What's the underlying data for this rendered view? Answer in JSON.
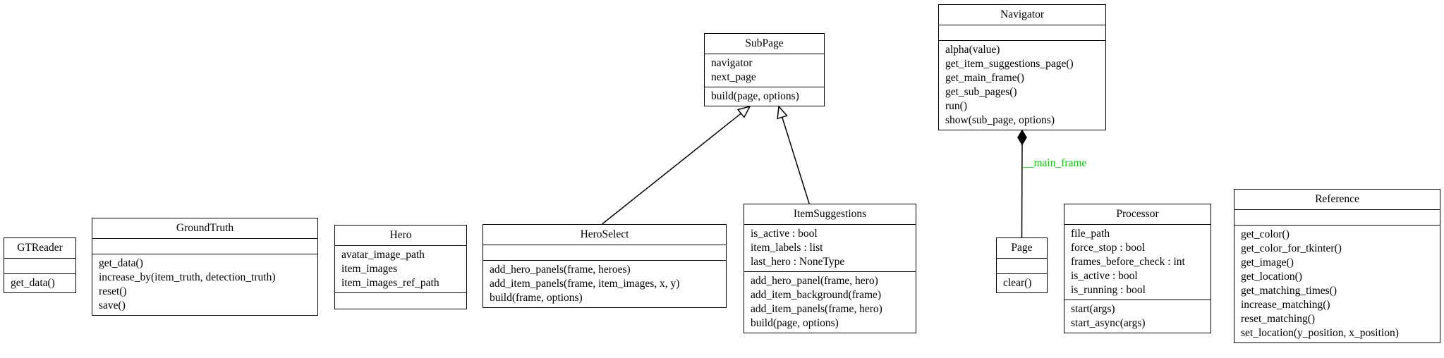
{
  "classes": [
    {
      "id": "gtreader",
      "name": "GTReader",
      "attributes": [],
      "operations": [
        "get_data()"
      ]
    },
    {
      "id": "groundtruth",
      "name": "GroundTruth",
      "attributes": [],
      "operations": [
        "get_data()",
        "increase_by(item_truth, detection_truth)",
        "reset()",
        "save()"
      ]
    },
    {
      "id": "hero",
      "name": "Hero",
      "attributes": [
        "avatar_image_path",
        "item_images",
        "item_images_ref_path"
      ],
      "operations": []
    },
    {
      "id": "heroselect",
      "name": "HeroSelect",
      "attributes": [],
      "operations": [
        "add_hero_panels(frame, heroes)",
        "add_item_panels(frame, item_images, x, y)",
        "build(frame, options)"
      ]
    },
    {
      "id": "subpage",
      "name": "SubPage",
      "attributes": [
        "navigator",
        "next_page"
      ],
      "operations": [
        "build(page, options)"
      ]
    },
    {
      "id": "itemsuggestions",
      "name": "ItemSuggestions",
      "attributes": [
        "is_active : bool",
        "item_labels : list",
        "last_hero : NoneType"
      ],
      "operations": [
        "add_hero_panel(frame, hero)",
        "add_item_background(frame)",
        "add_item_panels(frame, hero)",
        "build(page, options)"
      ]
    },
    {
      "id": "navigator",
      "name": "Navigator",
      "attributes": [],
      "operations": [
        "alpha(value)",
        "get_item_suggestions_page()",
        "get_main_frame()",
        "get_sub_pages()",
        "run()",
        "show(sub_page, options)"
      ]
    },
    {
      "id": "page",
      "name": "Page",
      "attributes": [],
      "operations": [
        "clear()"
      ]
    },
    {
      "id": "processor",
      "name": "Processor",
      "attributes": [
        "file_path",
        "force_stop : bool",
        "frames_before_check : int",
        "is_active : bool",
        "is_running : bool"
      ],
      "operations": [
        "start(args)",
        "start_async(args)"
      ]
    },
    {
      "id": "reference",
      "name": "Reference",
      "attributes": [],
      "operations": [
        "get_color()",
        "get_color_for_tkinter()",
        "get_image()",
        "get_location()",
        "get_matching_times()",
        "increase_matching()",
        "reset_matching()",
        "set_location(y_position, x_position)"
      ]
    }
  ],
  "relations": [
    {
      "from": "heroselect",
      "to": "subpage",
      "kind": "inheritance",
      "label": ""
    },
    {
      "from": "itemsuggestions",
      "to": "subpage",
      "kind": "inheritance",
      "label": ""
    },
    {
      "from": "page",
      "to": "navigator",
      "kind": "composition",
      "label": "__main_frame"
    }
  ],
  "colors": {
    "line": "#000000",
    "label": "#00cc00"
  }
}
